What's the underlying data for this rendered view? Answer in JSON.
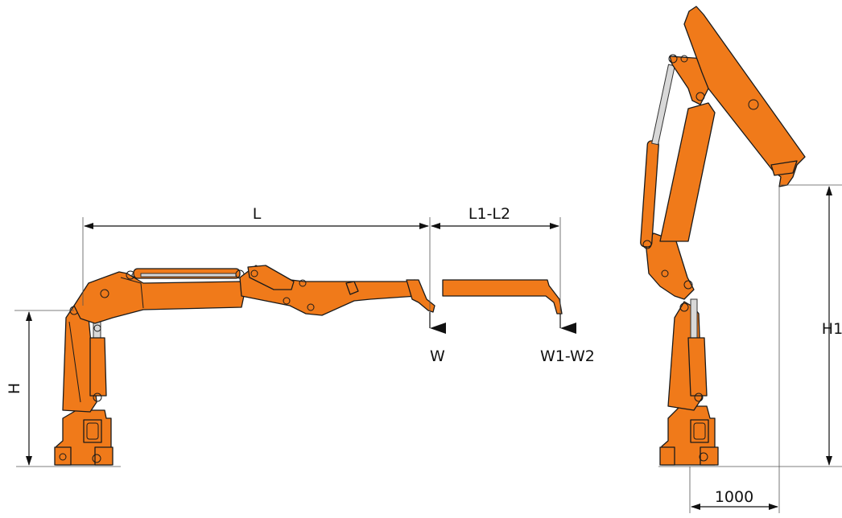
{
  "colors": {
    "crane": "#f07a1a",
    "cylinder_rod": "#d8d8d8",
    "dimension_line": "#111111"
  },
  "labels": {
    "reach": "L",
    "extension_reach": "L1-L2",
    "load": "W",
    "extension_load": "W1-W2",
    "height": "H",
    "max_height": "H1",
    "offset": "1000"
  }
}
